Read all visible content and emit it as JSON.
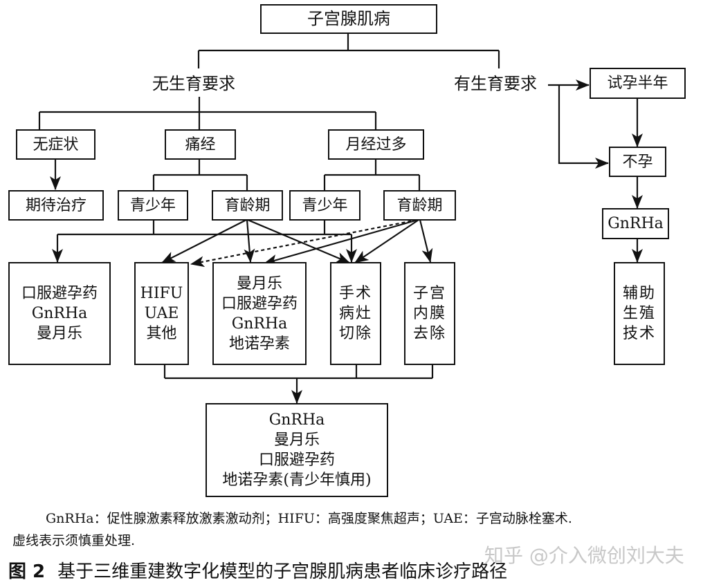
{
  "nodes": {
    "root": "子宫腺肌病",
    "no_fertility": "无生育要求",
    "fertility": "有生育要求",
    "trial_pregnancy": "试孕半年",
    "infertile": "不孕",
    "gnrha_fertility": "GnRHa",
    "art": "辅助\n生殖\n技术",
    "asymptomatic": "无症状",
    "dysmenorrhea": "痛经",
    "menorrhagia": "月经过多",
    "expectant": "期待治疗",
    "dys_adolescent": "青少年",
    "dys_reproductive": "育龄期",
    "men_adolescent": "青少年",
    "men_reproductive": "育龄期",
    "tx_oral": "口服避孕药\nGnRHa\n曼月乐",
    "tx_hifu": "HIFU\nUAE\n其他",
    "tx_lng": "曼月乐\n口服避孕药\nGnRHa\n地诺孕素",
    "tx_surgery": "手术\n病灶\n切除",
    "tx_endometrial": "子宫\n内膜\n去除",
    "tx_followup": "GnRHa\n曼月乐\n口服避孕药\n地诺孕素(青少年慎用)"
  },
  "edges": [
    {
      "from": "root",
      "to": "no_fertility",
      "style": "line"
    },
    {
      "from": "root",
      "to": "fertility",
      "style": "line"
    },
    {
      "from": "fertility",
      "to": "trial_pregnancy",
      "style": "arrow"
    },
    {
      "from": "fertility",
      "to": "infertile",
      "style": "arrow"
    },
    {
      "from": "trial_pregnancy",
      "to": "infertile",
      "style": "arrow"
    },
    {
      "from": "infertile",
      "to": "gnrha_fertility",
      "style": "arrow"
    },
    {
      "from": "gnrha_fertility",
      "to": "art",
      "style": "arrow"
    },
    {
      "from": "no_fertility",
      "to": "asymptomatic",
      "style": "line"
    },
    {
      "from": "no_fertility",
      "to": "dysmenorrhea",
      "style": "line"
    },
    {
      "from": "no_fertility",
      "to": "menorrhagia",
      "style": "line"
    },
    {
      "from": "asymptomatic",
      "to": "expectant",
      "style": "arrow"
    },
    {
      "from": "dysmenorrhea",
      "to": "dys_adolescent",
      "style": "line"
    },
    {
      "from": "dysmenorrhea",
      "to": "dys_reproductive",
      "style": "line"
    },
    {
      "from": "menorrhagia",
      "to": "men_adolescent",
      "style": "line"
    },
    {
      "from": "menorrhagia",
      "to": "men_reproductive",
      "style": "line"
    },
    {
      "from": "dys_adolescent",
      "to": "tx_oral",
      "style": "arrow"
    },
    {
      "from": "men_adolescent",
      "to": "tx_oral",
      "style": "arrow"
    },
    {
      "from": "dys_adolescent",
      "to": "tx_surgery",
      "style": "arrow"
    },
    {
      "from": "dys_reproductive",
      "to": "tx_hifu",
      "style": "arrow"
    },
    {
      "from": "dys_reproductive",
      "to": "tx_lng",
      "style": "arrow"
    },
    {
      "from": "dys_reproductive",
      "to": "tx_surgery",
      "style": "arrow"
    },
    {
      "from": "men_reproductive",
      "to": "tx_hifu",
      "style": "dashed-arrow"
    },
    {
      "from": "men_reproductive",
      "to": "tx_lng",
      "style": "arrow"
    },
    {
      "from": "men_reproductive",
      "to": "tx_surgery",
      "style": "arrow"
    },
    {
      "from": "men_reproductive",
      "to": "tx_endometrial",
      "style": "arrow"
    },
    {
      "from": "tx_hifu",
      "to": "tx_followup",
      "style": "arrow"
    },
    {
      "from": "tx_lng",
      "to": "tx_followup",
      "style": "arrow"
    },
    {
      "from": "tx_surgery",
      "to": "tx_followup",
      "style": "arrow"
    },
    {
      "from": "tx_endometrial",
      "to": "tx_followup",
      "style": "arrow"
    }
  ],
  "notes": {
    "line1": "GnRHa：促性腺激素释放激素激动剂；HIFU：高强度聚焦超声；UAE：子宫动脉栓塞术.",
    "line2": "虚线表示须慎重处理."
  },
  "caption": {
    "figure_label": "图 2",
    "title": "基于三维重建数字化模型的子宫腺肌病患者临床诊疗路径"
  },
  "watermark": "知乎 @介入微创刘大夫"
}
